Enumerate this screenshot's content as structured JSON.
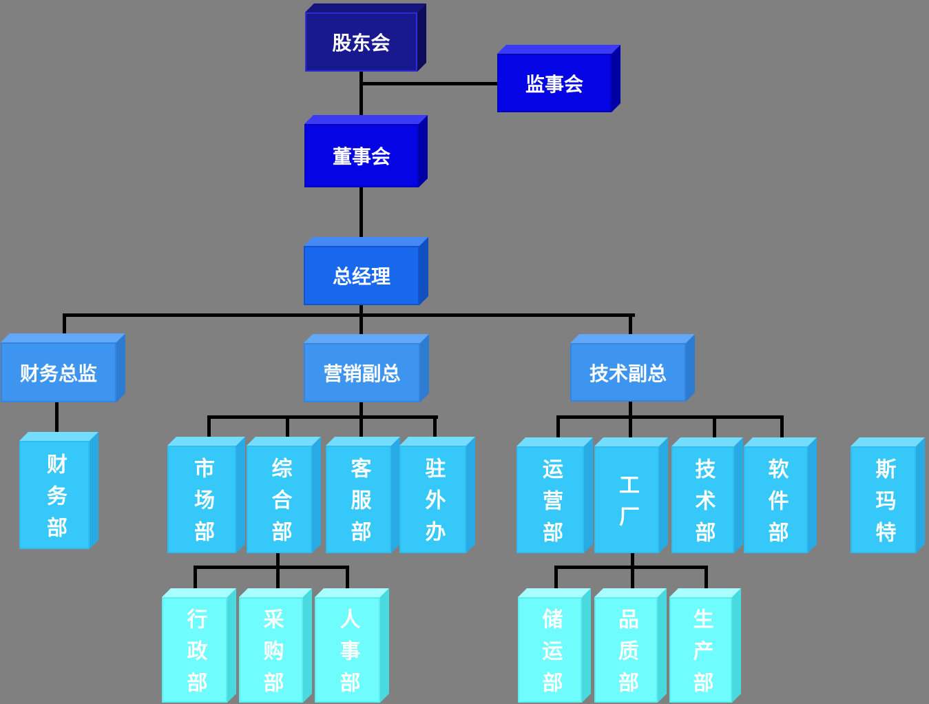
{
  "colors": {
    "background": "#808080",
    "connector": "#000000",
    "label": "#FFFFFF",
    "l1-face": "#18188F",
    "l1-top": "#15157D",
    "l1-side": "#0D0D5C",
    "l1-border": "#2D2DD8",
    "l2-face": "#0404E4",
    "l2-top": "#3B3BF6",
    "l2-side": "#0000A6",
    "l2-border": "#0404B8",
    "l3-face": "#1768EC",
    "l3-top": "#4489F4",
    "l3-side": "#1150BE",
    "l3-border": "#1254C8",
    "l4-face": "#3E95F0",
    "l4-top": "#63A8F6",
    "l4-side": "#2E7CD2",
    "l4-border": "#3585E0",
    "l5-face": "#35C8F8",
    "l5-top": "#74DCFC",
    "l5-side": "#28AAE4",
    "l5-border": "#30BCEE",
    "l6-face": "#6FFCFC",
    "l6-top": "#A8FEFE",
    "l6-side": "#48DADE",
    "l6-border": "#5CEEEE"
  },
  "nodes": {
    "shareholders": {
      "label": "股东会"
    },
    "supervisors": {
      "label": "监事会"
    },
    "board": {
      "label": "董事会"
    },
    "general_manager": {
      "label": "总经理"
    },
    "cfo": {
      "label": "财务总监"
    },
    "marketing_vp": {
      "label": "营销副总"
    },
    "tech_vp": {
      "label": "技术副总"
    },
    "finance_dept": {
      "label": "财务部"
    },
    "market_dept": {
      "label": "市场部"
    },
    "general_dept": {
      "label": "综合部"
    },
    "service_dept": {
      "label": "客服部"
    },
    "overseas_office": {
      "label": "驻外办"
    },
    "operations_dept": {
      "label": "运营部"
    },
    "factory": {
      "label": "工厂"
    },
    "tech_dept": {
      "label": "技术部"
    },
    "software_dept": {
      "label": "软件部"
    },
    "smart": {
      "label": "斯玛特"
    },
    "admin_dept": {
      "label": "行政部"
    },
    "purchasing_dept": {
      "label": "采购部"
    },
    "hr_dept": {
      "label": "人事部"
    },
    "storage_dept": {
      "label": "储运部"
    },
    "quality_dept": {
      "label": "品质部"
    },
    "production_dept": {
      "label": "生产部"
    }
  },
  "edges": [
    {
      "from": "股东会",
      "to": "监事会"
    },
    {
      "from": "股东会",
      "to": "董事会"
    },
    {
      "from": "董事会",
      "to": "总经理"
    },
    {
      "from": "总经理",
      "to": "财务总监"
    },
    {
      "from": "总经理",
      "to": "营销副总"
    },
    {
      "from": "总经理",
      "to": "技术副总"
    },
    {
      "from": "财务总监",
      "to": "财务部"
    },
    {
      "from": "营销副总",
      "to": "市场部"
    },
    {
      "from": "营销副总",
      "to": "综合部"
    },
    {
      "from": "营销副总",
      "to": "客服部"
    },
    {
      "from": "营销副总",
      "to": "驻外办"
    },
    {
      "from": "综合部",
      "to": "行政部"
    },
    {
      "from": "综合部",
      "to": "采购部"
    },
    {
      "from": "综合部",
      "to": "人事部"
    },
    {
      "from": "技术副总",
      "to": "运营部"
    },
    {
      "from": "技术副总",
      "to": "工厂"
    },
    {
      "from": "技术副总",
      "to": "技术部"
    },
    {
      "from": "技术副总",
      "to": "软件部"
    },
    {
      "from": "工厂",
      "to": "储运部"
    },
    {
      "from": "工厂",
      "to": "品质部"
    },
    {
      "from": "工厂",
      "to": "生产部"
    }
  ]
}
